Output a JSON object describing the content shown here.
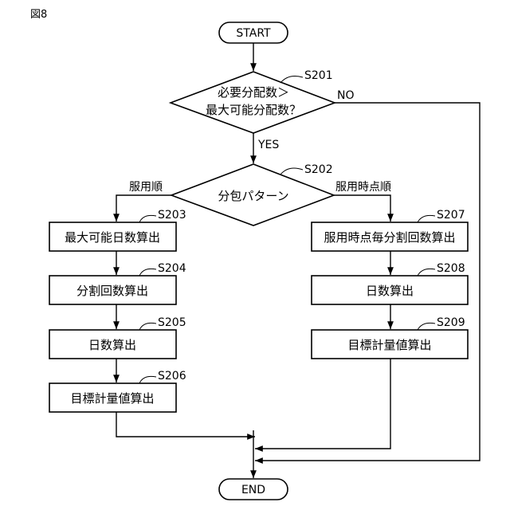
{
  "figure_label": "図8",
  "nodes": {
    "start": "START",
    "end": "END",
    "s201": {
      "step": "S201",
      "line1": "必要分配数＞",
      "line2": "最大可能分配数？"
    },
    "s202": {
      "step": "S202",
      "text": "分包パターン"
    },
    "s203": {
      "step": "S203",
      "text": "最大可能日数算出"
    },
    "s204": {
      "step": "S204",
      "text": "分割回数算出"
    },
    "s205": {
      "step": "S205",
      "text": "日数算出"
    },
    "s206": {
      "step": "S206",
      "text": "目標計量値算出"
    },
    "s207": {
      "step": "S207",
      "text": "服用時点毎分割回数算出"
    },
    "s208": {
      "step": "S208",
      "text": "日数算出"
    },
    "s209": {
      "step": "S209",
      "text": "目標計量値算出"
    }
  },
  "edges": {
    "no": "NO",
    "yes": "YES",
    "left_branch": "服用順",
    "right_branch": "服用時点順"
  }
}
